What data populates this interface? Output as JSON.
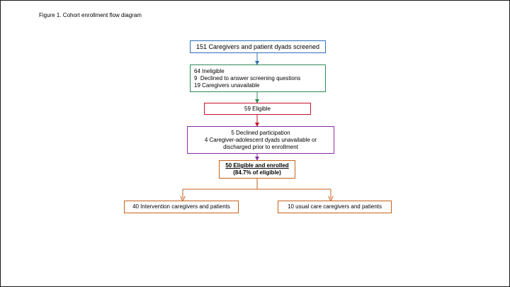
{
  "figure": {
    "caption": "Figure 1. Cohort enrollment flow diagram",
    "colors": {
      "screened": "#2f6fb5",
      "ineligible": "#2e8b57",
      "eligible": "#c8102e",
      "declined": "#8e2aa4",
      "enrolled": "#c5621a",
      "arms": "#c5621a"
    },
    "screened": {
      "text": "151 Caregivers and patient dyads screened"
    },
    "ineligible": {
      "lines": [
        "64 Ineligible",
        "9  Declined to answer screening questions",
        "19 Caregivers unavailable"
      ]
    },
    "eligible": {
      "text": "59 Eligible"
    },
    "declined": {
      "lines": [
        "5 Declined participation",
        "4 Caregiver-adolescent dyads unavailable or",
        "discharged prior to enrollment"
      ]
    },
    "enrolled": {
      "lines": [
        "50 Eligible and enrolled",
        "(84.7% of eligible)"
      ]
    },
    "arms": {
      "intervention": "40 Intervention caregivers and patients",
      "usual_care": "10 usual care caregivers and patients"
    }
  }
}
